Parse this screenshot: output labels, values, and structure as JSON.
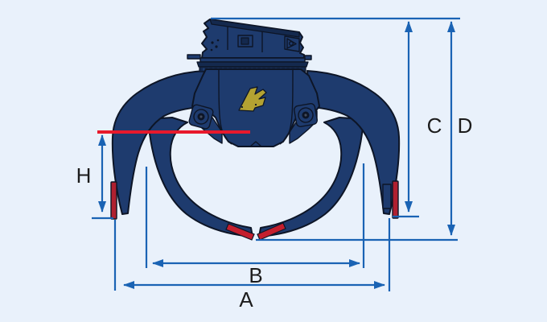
{
  "diagram": {
    "subject": "orange-peel scrap grapple, side view dimension drawing",
    "labels": {
      "A": "A",
      "B": "B",
      "C": "C",
      "D": "D",
      "H": "H"
    },
    "colors": {
      "background": "#e9f1fb",
      "machine": "#1e3b6e",
      "machine_dark": "#14294e",
      "outline": "#0d1526",
      "dimension_blue": "#1a63b4",
      "reference_red": "#e8192c",
      "tip_red": "#b02030",
      "tooth_red": "#c41f2e",
      "logo_yellow": "#b3a232",
      "label_text": "#1c1c1c"
    }
  }
}
